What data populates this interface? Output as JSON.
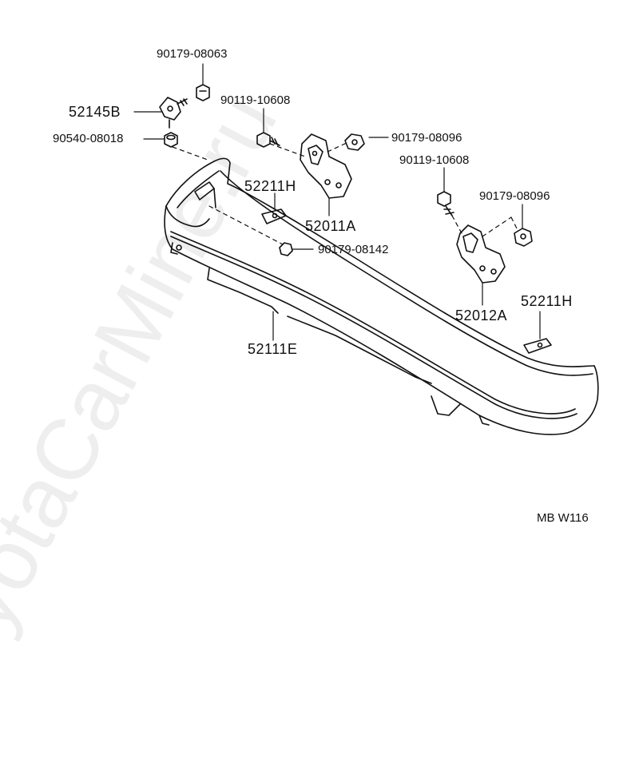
{
  "parts": {
    "nut_90179_08063": "90179-08063",
    "bracket_52145B": "52145B",
    "nut_90540_08018": "90540-08018",
    "bolt_90119_10608_left": "90119-10608",
    "nut_90179_08096_left": "90179-08096",
    "bolt_90119_10608_right": "90119-10608",
    "nut_90179_08096_right": "90179-08096",
    "clip_52211H_left": "52211H",
    "stay_52011A": "52011A",
    "nut_90179_08142": "90179-08142",
    "stay_52012A": "52012A",
    "clip_52211H_right": "52211H",
    "bumper_52111E": "52111E"
  },
  "drawing_code": "MB W116",
  "watermark": "ToyotaCarMine.ru"
}
